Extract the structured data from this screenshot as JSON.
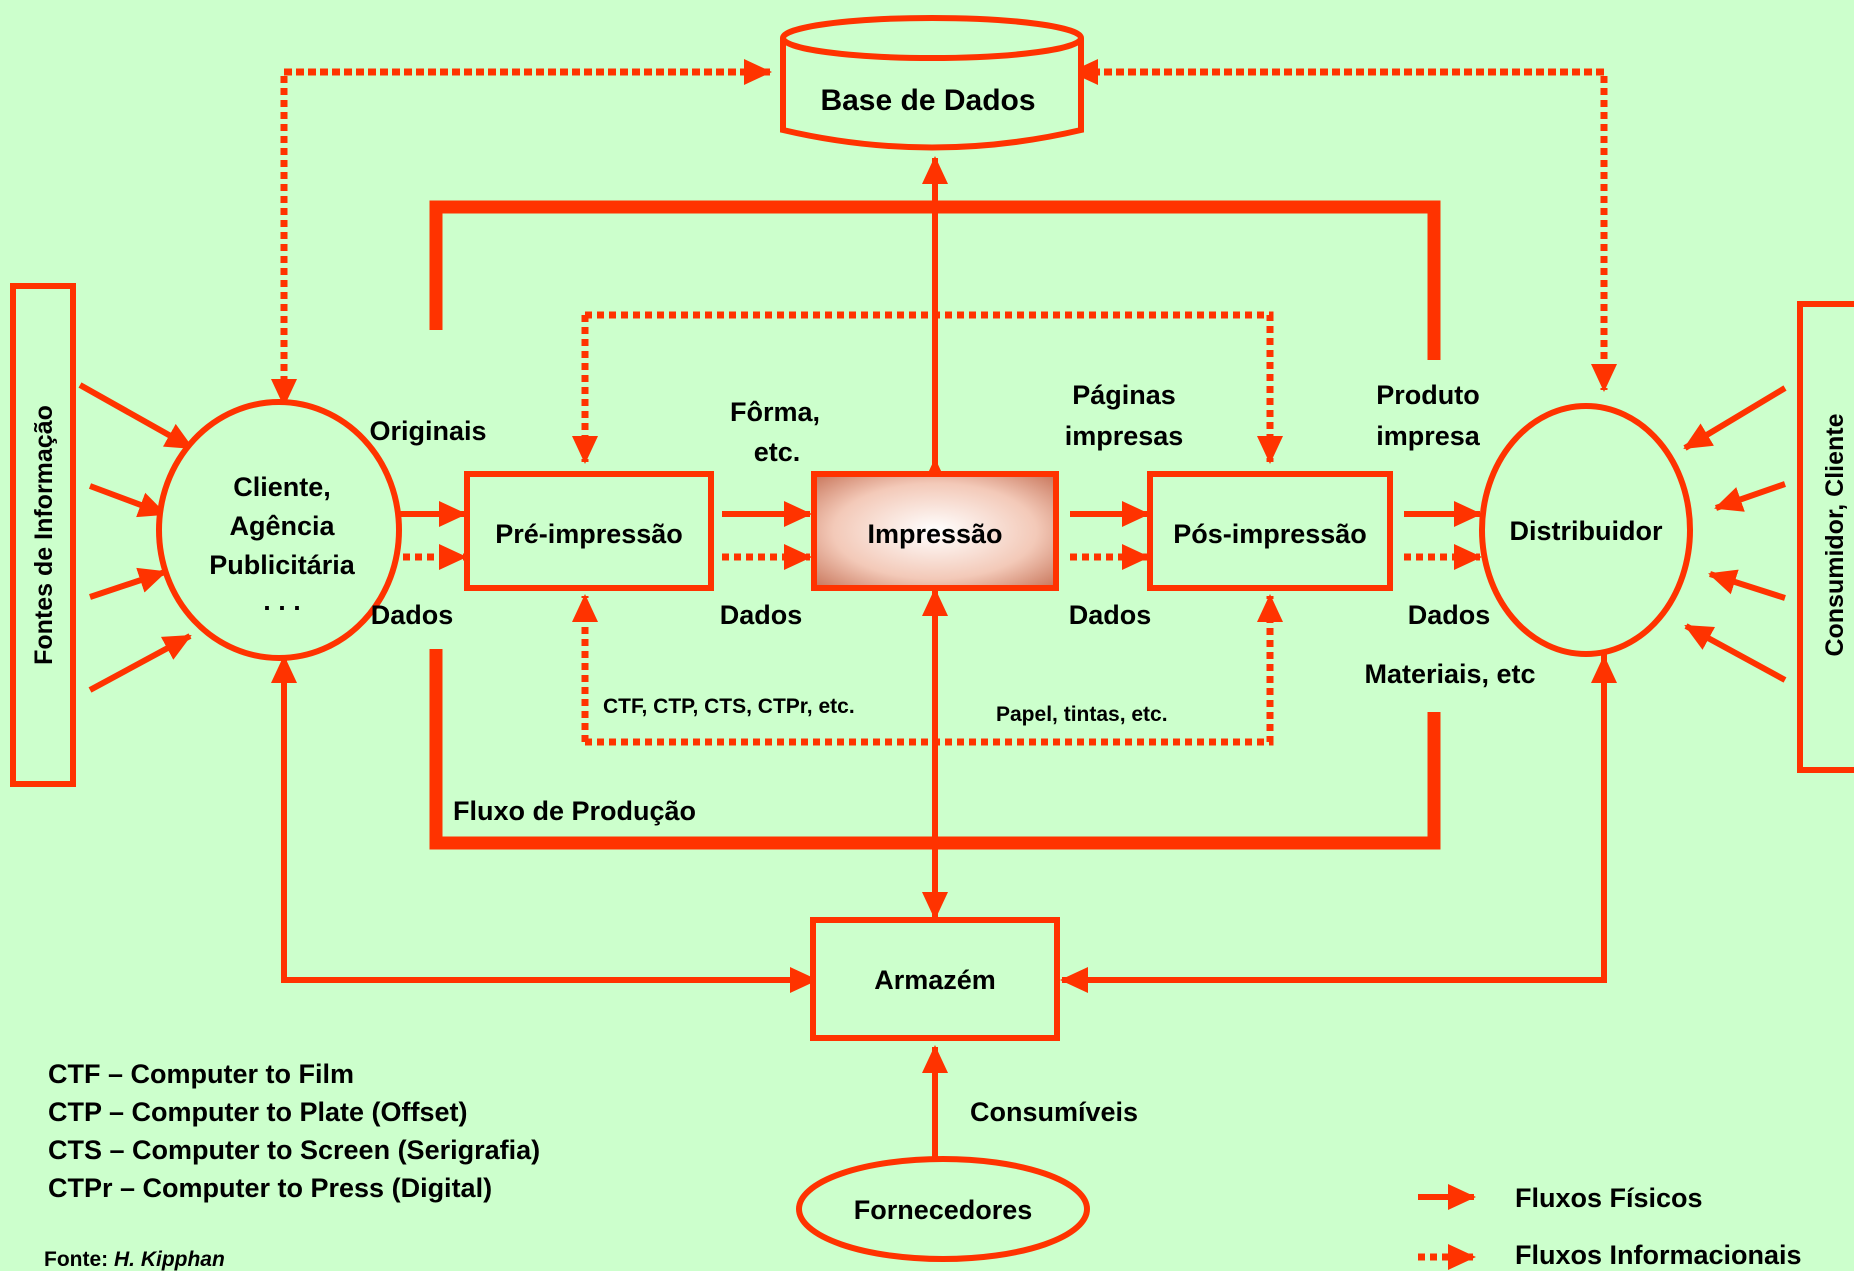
{
  "colors": {
    "background": "#ccffcc",
    "accent": "#ff3300",
    "text": "#000000"
  },
  "nodes": {
    "base_dados": "Base de Dados",
    "fontes": "Fontes de Informação",
    "consumidor": "Consumidor, Cliente",
    "cliente": [
      "Cliente,",
      "Agência",
      "Publicitária",
      ". . ."
    ],
    "pre_impressao": "Pré-impressão",
    "impressao": "Impressão",
    "pos_impressao": "Pós-impressão",
    "distribuidor": "Distribuidor",
    "armazem": "Armazém",
    "fornecedores": "Fornecedores"
  },
  "labels": {
    "originais": "Originais",
    "forma": [
      "Fôrma,",
      "etc."
    ],
    "paginas": [
      "Páginas",
      "impresas"
    ],
    "produto": [
      "Produto",
      "impresa"
    ],
    "dados": "Dados",
    "ctf_list": "CTF, CTP, CTS, CTPr, etc.",
    "papel": "Papel, tintas, etc.",
    "materiais": "Materiais, etc",
    "fluxo_producao": "Fluxo de Produção",
    "consumiveis": "Consumíveis"
  },
  "glossary": [
    "CTF – Computer to Film",
    "CTP – Computer to Plate (Offset)",
    "CTS – Computer to Screen (Serigrafia)",
    "CTPr – Computer to Press (Digital)"
  ],
  "source": {
    "prefix": "Fonte: ",
    "author": "H. Kipphan"
  },
  "legend": {
    "physical": "Fluxos Físicos",
    "informational": "Fluxos Informacionais"
  },
  "icons": {
    "arrow_solid": "solid-arrow-icon",
    "arrow_dotted": "dotted-arrow-icon"
  }
}
